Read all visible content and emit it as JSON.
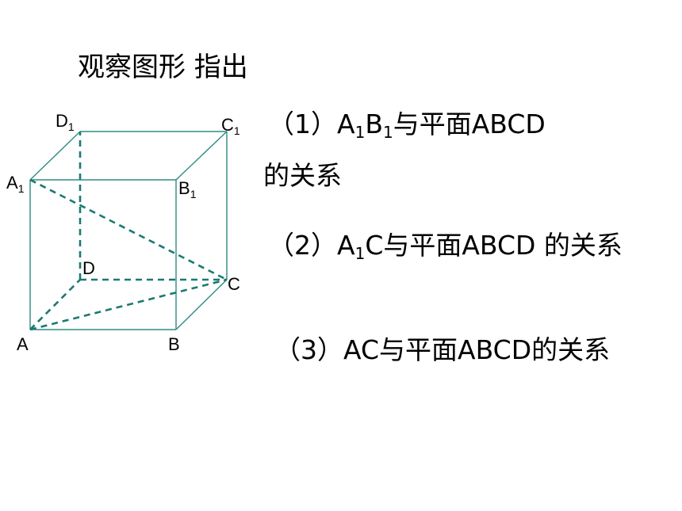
{
  "title": "观察图形 指出",
  "questions": {
    "q1": {
      "prefix": "（1）A",
      "sub_a": "1",
      "mid": "B",
      "sub_b": "1",
      "suffix": "与平面ABCD",
      "line2": "的关系"
    },
    "q2": {
      "prefix": "（2）A",
      "sub_a": "1",
      "suffix": "C与平面ABCD 的关系"
    },
    "q3": {
      "text": "（3）AC与平面ABCD的关系"
    }
  },
  "vertices": {
    "D1": {
      "letter": "D",
      "sub": "1"
    },
    "C1": {
      "letter": "C",
      "sub": "1"
    },
    "A1": {
      "letter": "A",
      "sub": "1"
    },
    "B1": {
      "letter": "B",
      "sub": "1"
    },
    "D": {
      "letter": "D"
    },
    "C": {
      "letter": "C"
    },
    "A": {
      "letter": "A"
    },
    "B": {
      "letter": "B"
    }
  },
  "colors": {
    "solid_edge": "#2e8b84",
    "dashed_edge": "#1a7a72",
    "text": "#000000"
  }
}
